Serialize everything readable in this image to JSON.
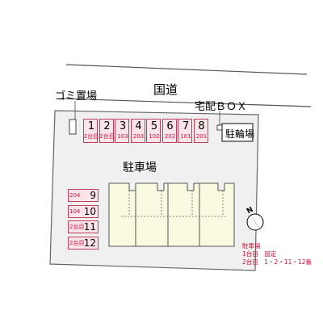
{
  "map": {
    "road_label": "国道",
    "garbage_label": "ゴミ置場",
    "delivery_box_label": "宅配ＢＯＸ",
    "bicycle_label": "駐輪場",
    "parking_label": "駐車場",
    "north_label": "N",
    "top_spots": [
      {
        "num": "1",
        "sub": "2台目"
      },
      {
        "num": "2",
        "sub": "2台目"
      },
      {
        "num": "3",
        "sub": "103"
      },
      {
        "num": "4",
        "sub": "203"
      },
      {
        "num": "5",
        "sub": "102"
      },
      {
        "num": "6",
        "sub": "202"
      },
      {
        "num": "7",
        "sub": "101"
      },
      {
        "num": "8",
        "sub": "201"
      }
    ],
    "left_spots": [
      {
        "num": "9",
        "sub": "204"
      },
      {
        "num": "10",
        "sub": "104"
      },
      {
        "num": "11",
        "sub": "2台目"
      },
      {
        "num": "12",
        "sub": "2台目"
      }
    ],
    "notes": {
      "title": "駐車場",
      "line1": "1台目　固定",
      "line2": "2台目　1・2・11・12番"
    },
    "colors": {
      "spot_fill": "#fde4ea",
      "spot_border": "#c0405a",
      "spot_text": "#d0103a",
      "lot_fill": "#f0f0f0",
      "building_fill": "#fafae0"
    }
  }
}
